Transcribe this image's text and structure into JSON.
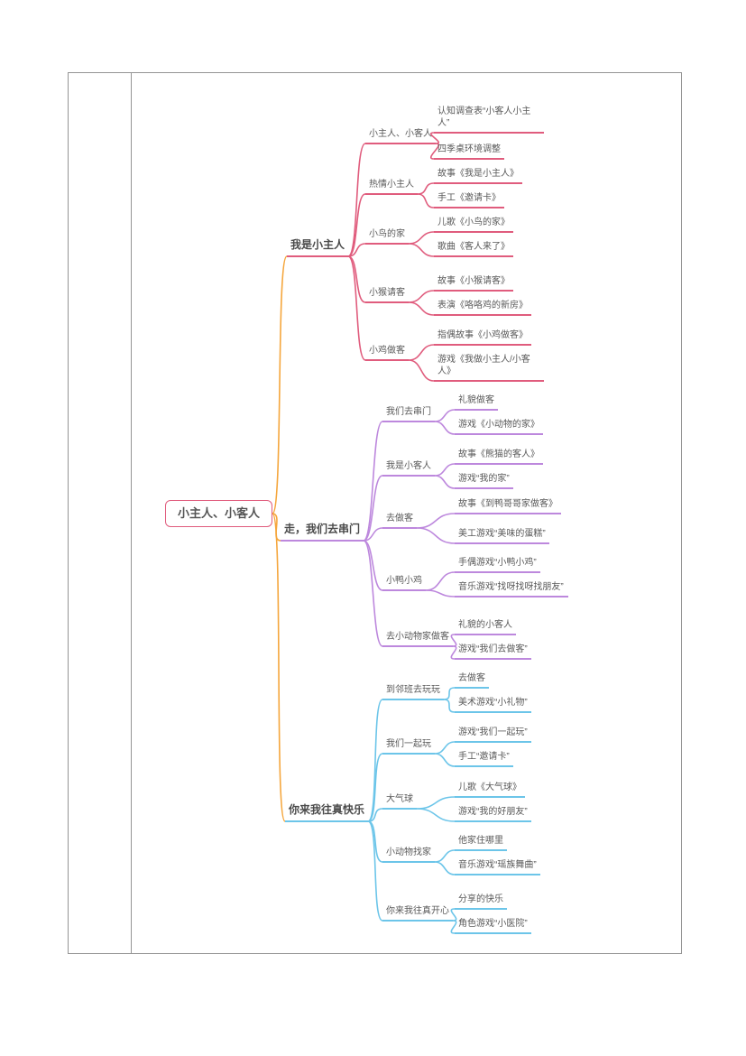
{
  "mindmap": {
    "connector_color": "#f5a63c",
    "root": {
      "label": "小主人、小客人",
      "border_color": "#e05c7d"
    },
    "branches": [
      {
        "label": "我是小主人",
        "color": "#e05c7d",
        "children": [
          {
            "label": "小主人、小客人",
            "items": [
              "认知调查表“小客人小主人”",
              "四季桌环境调整"
            ]
          },
          {
            "label": "热情小主人",
            "items": [
              "故事《我是小主人》",
              "手工《邀请卡》"
            ]
          },
          {
            "label": "小鸟的家",
            "items": [
              "儿歌《小鸟的家》",
              "歌曲《客人来了》"
            ]
          },
          {
            "label": "小猴请客",
            "items": [
              "故事《小猴请客》",
              "表演《咯咯鸡的新房》"
            ]
          },
          {
            "label": "小鸡做客",
            "items": [
              "指偶故事《小鸡做客》",
              "游戏《我做小主人/小客人》"
            ]
          }
        ]
      },
      {
        "label": "走，我们去串门",
        "color": "#bd88dd",
        "children": [
          {
            "label": "我们去串门",
            "items": [
              "礼貌做客",
              "游戏《小动物的家》"
            ]
          },
          {
            "label": "我是小客人",
            "items": [
              "故事《熊猫的客人》",
              "游戏“我的家”"
            ]
          },
          {
            "label": "去做客",
            "items": [
              "故事《到鸭哥哥家做客》",
              "美工游戏“美味的蛋糕”"
            ]
          },
          {
            "label": "小鸭小鸡",
            "items": [
              "手偶游戏“小鸭小鸡”",
              "音乐游戏“找呀找呀找朋友”"
            ]
          },
          {
            "label": "去小动物家做客",
            "items": [
              "礼貌的小客人",
              "游戏“我们去做客”"
            ]
          }
        ]
      },
      {
        "label": "你来我往真快乐",
        "color": "#6cc5e9",
        "children": [
          {
            "label": "到邻班去玩玩",
            "items": [
              "去做客",
              "美术游戏“小礼物”"
            ]
          },
          {
            "label": "我们一起玩",
            "items": [
              "游戏“我们一起玩”",
              "手工“邀请卡”"
            ]
          },
          {
            "label": "大气球",
            "items": [
              "儿歌《大气球》",
              "游戏“我的好朋友”"
            ]
          },
          {
            "label": "小动物找家",
            "items": [
              "他家住哪里",
              "音乐游戏“瑶族舞曲”"
            ]
          },
          {
            "label": "你来我往真开心",
            "items": [
              "分享的快乐",
              "角色游戏“小医院”"
            ]
          }
        ]
      }
    ]
  }
}
